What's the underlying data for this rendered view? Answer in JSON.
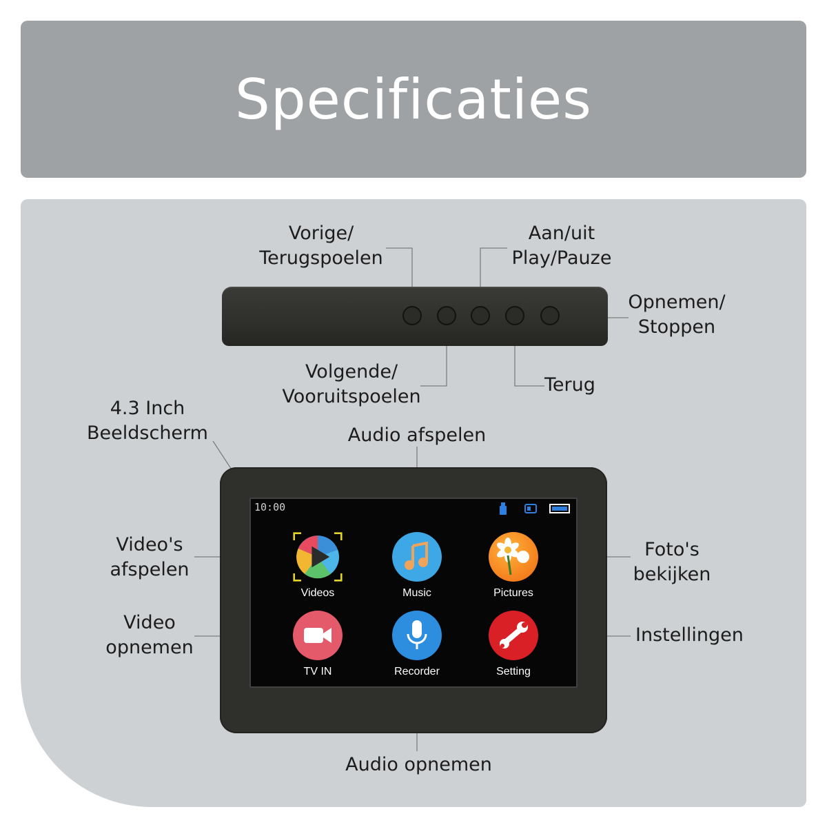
{
  "header": {
    "title": "Specificaties"
  },
  "callouts": {
    "prev": "Vorige/\nTerugspoelen",
    "power": "Aan/uit\nPlay/Pauze",
    "record": "Opnemen/\nStoppen",
    "next": "Volgende/\nVooruitspoelen",
    "back": "Terug",
    "screen_size": "4.3 Inch\nBeeldscherm",
    "audio_play": "Audio afspelen",
    "video_play": "Video's\nafspelen",
    "photos": "Foto's\nbekijken",
    "video_record": "Video\nopnemen",
    "settings": "Instellingen",
    "audio_record": "Audio opnemen"
  },
  "screen": {
    "time": "10:00",
    "apps": [
      {
        "label": "Videos",
        "icon": "play-icon"
      },
      {
        "label": "Music",
        "icon": "music-note-icon"
      },
      {
        "label": "Pictures",
        "icon": "flower-icon"
      },
      {
        "label": "TV IN",
        "icon": "video-camera-icon"
      },
      {
        "label": "Recorder",
        "icon": "microphone-icon"
      },
      {
        "label": "Setting",
        "icon": "wrench-icon"
      }
    ],
    "status_icons": [
      "usb-icon",
      "sd-card-icon",
      "battery-icon"
    ]
  },
  "colors": {
    "header_bg": "#9fa2a4",
    "panel_bg": "#cdd1d4",
    "device_body": "#2f2f2b"
  }
}
